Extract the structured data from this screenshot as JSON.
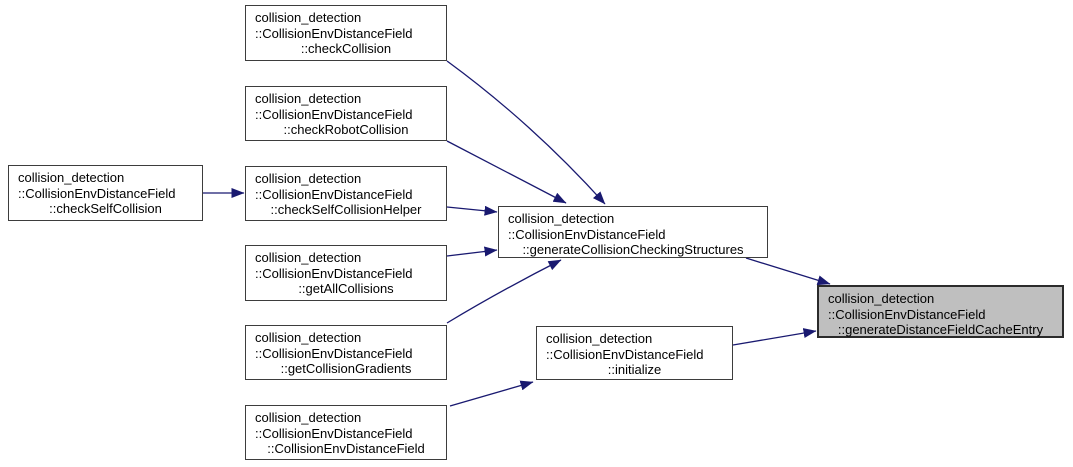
{
  "graph": {
    "title": "Doxygen call graph for collision_detection::CollisionEnvDistanceField::generateDistanceFieldCacheEntry",
    "colors": {
      "edge": "#191970",
      "node_border": "#3d3d3d",
      "node_fill": "#ffffff",
      "highlight_fill": "#bfbfbf",
      "text": "#000000",
      "background": "#ffffff"
    },
    "nodes": [
      {
        "id": "checkCollision",
        "lines": [
          "collision_detection",
          "::CollisionEnvDistanceField",
          "::checkCollision"
        ],
        "highlighted": false
      },
      {
        "id": "checkRobotCollision",
        "lines": [
          "collision_detection",
          "::CollisionEnvDistanceField",
          "::checkRobotCollision"
        ],
        "highlighted": false
      },
      {
        "id": "checkSelfCollision",
        "lines": [
          "collision_detection",
          "::CollisionEnvDistanceField",
          "::checkSelfCollision"
        ],
        "highlighted": false
      },
      {
        "id": "checkSelfCollisionHelper",
        "lines": [
          "collision_detection",
          "::CollisionEnvDistanceField",
          "::checkSelfCollisionHelper"
        ],
        "highlighted": false
      },
      {
        "id": "getAllCollisions",
        "lines": [
          "collision_detection",
          "::CollisionEnvDistanceField",
          "::getAllCollisions"
        ],
        "highlighted": false
      },
      {
        "id": "getCollisionGradients",
        "lines": [
          "collision_detection",
          "::CollisionEnvDistanceField",
          "::getCollisionGradients"
        ],
        "highlighted": false
      },
      {
        "id": "CollisionEnvDistanceField",
        "lines": [
          "collision_detection",
          "::CollisionEnvDistanceField",
          "::CollisionEnvDistanceField"
        ],
        "highlighted": false
      },
      {
        "id": "generateCollisionCheckingStructures",
        "lines": [
          "collision_detection",
          "::CollisionEnvDistanceField",
          "::generateCollisionCheckingStructures"
        ],
        "highlighted": false
      },
      {
        "id": "initialize",
        "lines": [
          "collision_detection",
          "::CollisionEnvDistanceField",
          "::initialize"
        ],
        "highlighted": false
      },
      {
        "id": "generateDistanceFieldCacheEntry",
        "lines": [
          "collision_detection",
          "::CollisionEnvDistanceField",
          "::generateDistanceFieldCacheEntry"
        ],
        "highlighted": true
      }
    ],
    "edges": [
      {
        "from": "checkCollision",
        "to": "generateCollisionCheckingStructures"
      },
      {
        "from": "checkRobotCollision",
        "to": "generateCollisionCheckingStructures"
      },
      {
        "from": "checkSelfCollision",
        "to": "checkSelfCollisionHelper"
      },
      {
        "from": "checkSelfCollisionHelper",
        "to": "generateCollisionCheckingStructures"
      },
      {
        "from": "getAllCollisions",
        "to": "generateCollisionCheckingStructures"
      },
      {
        "from": "getCollisionGradients",
        "to": "generateCollisionCheckingStructures"
      },
      {
        "from": "generateCollisionCheckingStructures",
        "to": "generateDistanceFieldCacheEntry"
      },
      {
        "from": "CollisionEnvDistanceField",
        "to": "initialize"
      },
      {
        "from": "initialize",
        "to": "generateDistanceFieldCacheEntry"
      }
    ]
  }
}
